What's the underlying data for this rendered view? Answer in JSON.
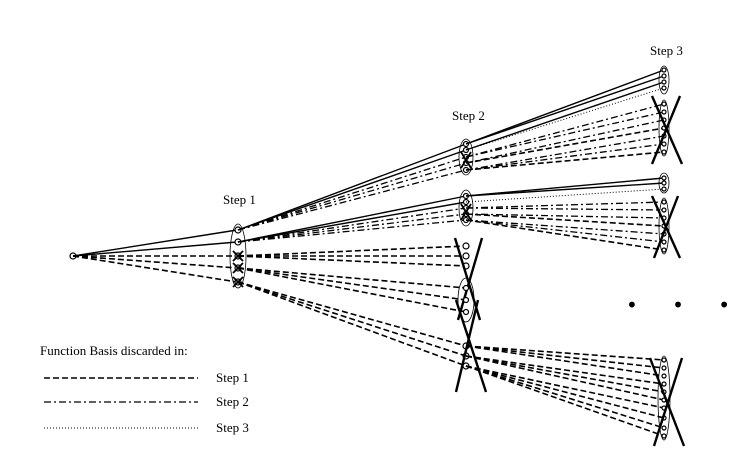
{
  "steps": {
    "step1": "Step 1",
    "step2": "Step 2",
    "step3": "Step 3"
  },
  "legend": {
    "title": "Function Basis discarded in:",
    "items": [
      {
        "label": "Step 1",
        "style": "dash"
      },
      {
        "label": "Step 2",
        "style": "dashdot"
      },
      {
        "label": "Step 3",
        "style": "dot"
      }
    ]
  },
  "ellipsis": "• • •"
}
